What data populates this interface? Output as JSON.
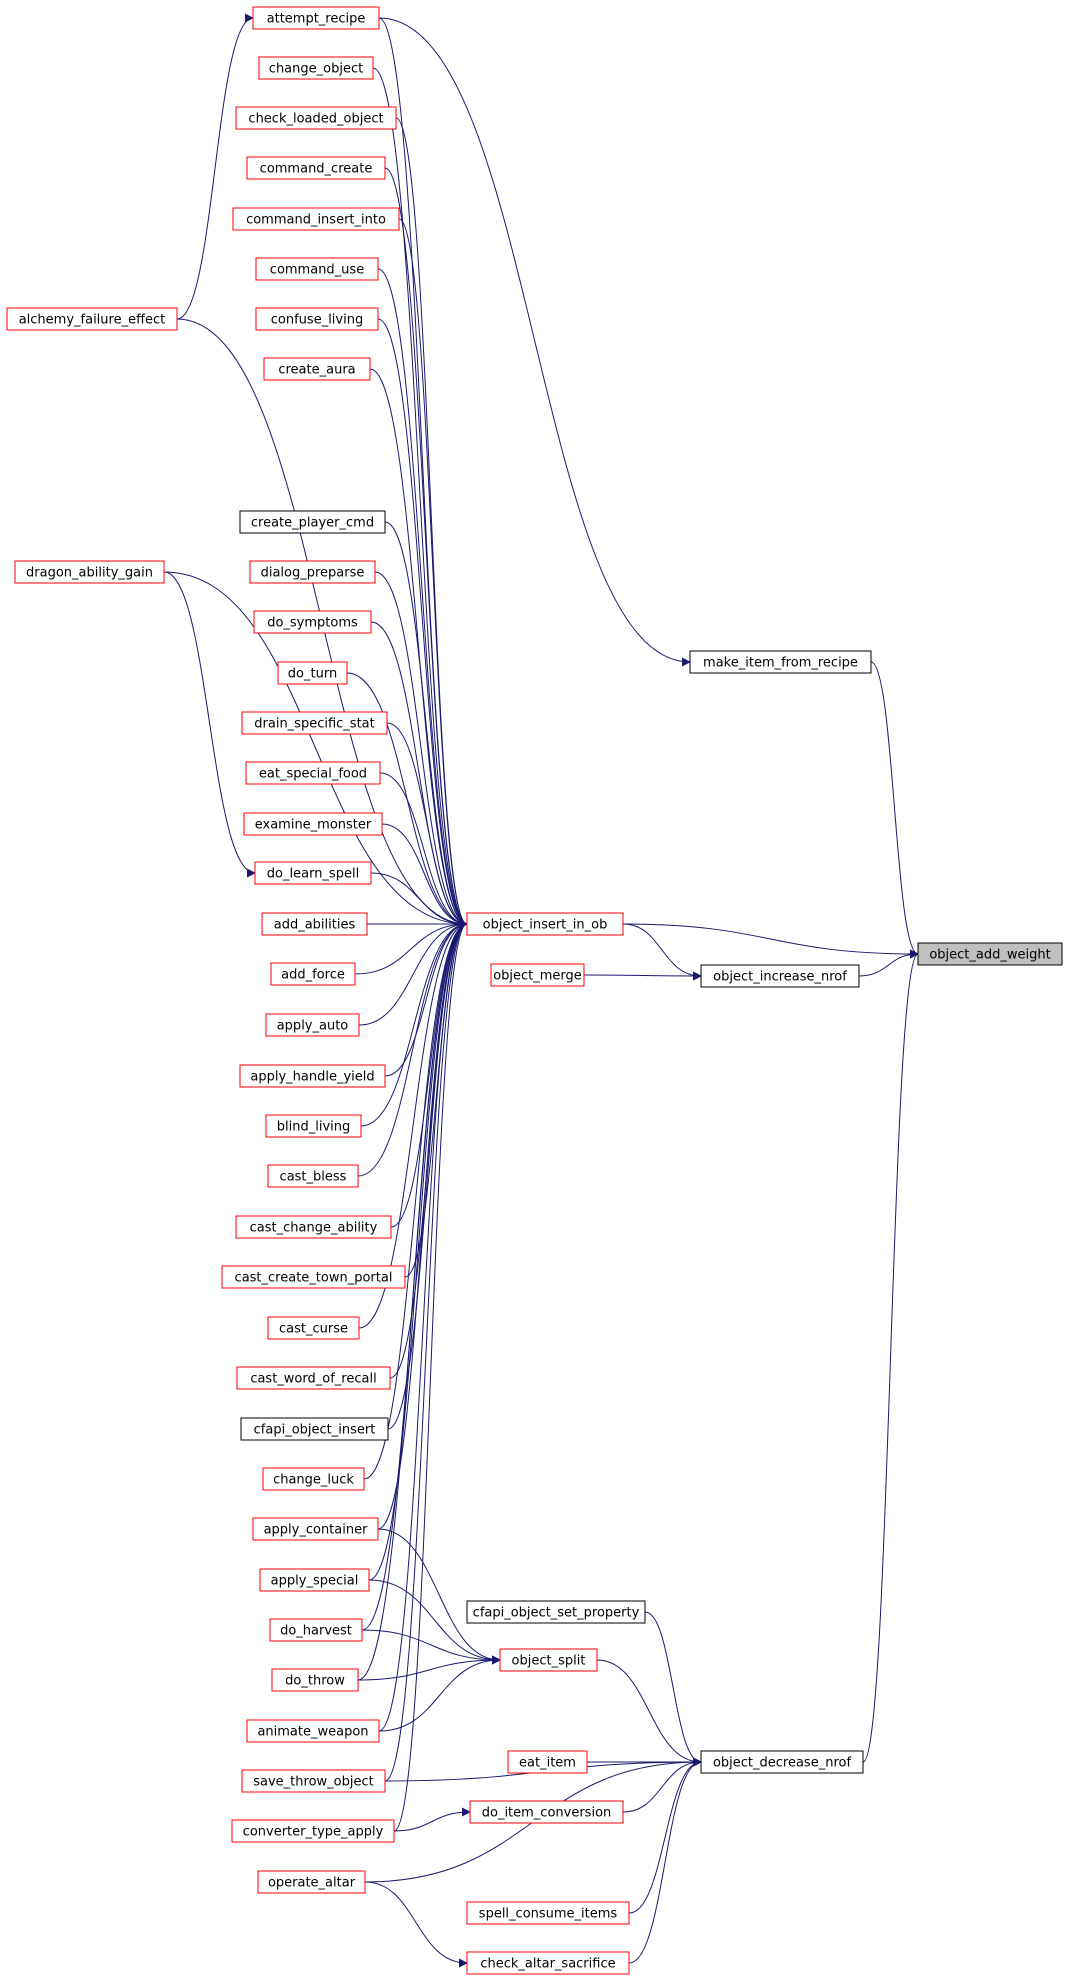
{
  "graph": {
    "colors": {
      "edge": "#191970",
      "node_border_red": "#ff0000",
      "node_border_black": "#000000",
      "node_fill": "#ffffff",
      "focus_fill": "#bfbfbf"
    },
    "nodes": [
      {
        "id": "attempt_recipe",
        "label": "attempt_recipe",
        "style": "red"
      },
      {
        "id": "change_object",
        "label": "change_object",
        "style": "red"
      },
      {
        "id": "check_loaded_object",
        "label": "check_loaded_object",
        "style": "red"
      },
      {
        "id": "command_create",
        "label": "command_create",
        "style": "red"
      },
      {
        "id": "command_insert_into",
        "label": "command_insert_into",
        "style": "red"
      },
      {
        "id": "command_use",
        "label": "command_use",
        "style": "red"
      },
      {
        "id": "confuse_living",
        "label": "confuse_living",
        "style": "red"
      },
      {
        "id": "create_aura",
        "label": "create_aura",
        "style": "red"
      },
      {
        "id": "alchemy_failure_effect",
        "label": "alchemy_failure_effect",
        "style": "red"
      },
      {
        "id": "create_player_cmd",
        "label": "create_player_cmd",
        "style": "black"
      },
      {
        "id": "dialog_preparse",
        "label": "dialog_preparse",
        "style": "red"
      },
      {
        "id": "dragon_ability_gain",
        "label": "dragon_ability_gain",
        "style": "red"
      },
      {
        "id": "do_symptoms",
        "label": "do_symptoms",
        "style": "red"
      },
      {
        "id": "do_turn",
        "label": "do_turn",
        "style": "red"
      },
      {
        "id": "make_item_from_recipe",
        "label": "make_item_from_recipe",
        "style": "black"
      },
      {
        "id": "drain_specific_stat",
        "label": "drain_specific_stat",
        "style": "red"
      },
      {
        "id": "eat_special_food",
        "label": "eat_special_food",
        "style": "red"
      },
      {
        "id": "examine_monster",
        "label": "examine_monster",
        "style": "red"
      },
      {
        "id": "do_learn_spell",
        "label": "do_learn_spell",
        "style": "red"
      },
      {
        "id": "add_abilities",
        "label": "add_abilities",
        "style": "red"
      },
      {
        "id": "object_insert_in_ob",
        "label": "object_insert_in_ob",
        "style": "red"
      },
      {
        "id": "object_add_weight",
        "label": "object_add_weight",
        "style": "focus"
      },
      {
        "id": "add_force",
        "label": "add_force",
        "style": "red"
      },
      {
        "id": "object_merge",
        "label": "object_merge",
        "style": "red"
      },
      {
        "id": "object_increase_nrof",
        "label": "object_increase_nrof",
        "style": "black"
      },
      {
        "id": "apply_auto",
        "label": "apply_auto",
        "style": "red"
      },
      {
        "id": "apply_handle_yield",
        "label": "apply_handle_yield",
        "style": "red"
      },
      {
        "id": "blind_living",
        "label": "blind_living",
        "style": "red"
      },
      {
        "id": "cast_bless",
        "label": "cast_bless",
        "style": "red"
      },
      {
        "id": "cast_change_ability",
        "label": "cast_change_ability",
        "style": "red"
      },
      {
        "id": "cast_create_town_portal",
        "label": "cast_create_town_portal",
        "style": "red"
      },
      {
        "id": "cast_curse",
        "label": "cast_curse",
        "style": "red"
      },
      {
        "id": "cast_word_of_recall",
        "label": "cast_word_of_recall",
        "style": "red"
      },
      {
        "id": "cfapi_object_insert",
        "label": "cfapi_object_insert",
        "style": "black"
      },
      {
        "id": "change_luck",
        "label": "change_luck",
        "style": "red"
      },
      {
        "id": "apply_container",
        "label": "apply_container",
        "style": "red"
      },
      {
        "id": "apply_special",
        "label": "apply_special",
        "style": "red"
      },
      {
        "id": "cfapi_object_set_property",
        "label": "cfapi_object_set_property",
        "style": "black"
      },
      {
        "id": "do_harvest",
        "label": "do_harvest",
        "style": "red"
      },
      {
        "id": "object_split",
        "label": "object_split",
        "style": "red"
      },
      {
        "id": "do_throw",
        "label": "do_throw",
        "style": "red"
      },
      {
        "id": "animate_weapon",
        "label": "animate_weapon",
        "style": "red"
      },
      {
        "id": "eat_item",
        "label": "eat_item",
        "style": "red"
      },
      {
        "id": "object_decrease_nrof",
        "label": "object_decrease_nrof",
        "style": "black"
      },
      {
        "id": "save_throw_object",
        "label": "save_throw_object",
        "style": "red"
      },
      {
        "id": "do_item_conversion",
        "label": "do_item_conversion",
        "style": "red"
      },
      {
        "id": "converter_type_apply",
        "label": "converter_type_apply",
        "style": "red"
      },
      {
        "id": "operate_altar",
        "label": "operate_altar",
        "style": "red"
      },
      {
        "id": "spell_consume_items",
        "label": "spell_consume_items",
        "style": "red"
      },
      {
        "id": "check_altar_sacrifice",
        "label": "check_altar_sacrifice",
        "style": "red"
      }
    ],
    "edges": [
      {
        "from": "object_insert_in_ob",
        "to": "object_add_weight"
      },
      {
        "from": "make_item_from_recipe",
        "to": "object_add_weight"
      },
      {
        "from": "object_increase_nrof",
        "to": "object_add_weight"
      },
      {
        "from": "object_decrease_nrof",
        "to": "object_add_weight"
      },
      {
        "from": "attempt_recipe",
        "to": "make_item_from_recipe"
      },
      {
        "from": "alchemy_failure_effect",
        "to": "attempt_recipe"
      },
      {
        "from": "dragon_ability_gain",
        "to": "do_learn_spell"
      },
      {
        "from": "attempt_recipe",
        "to": "object_insert_in_ob"
      },
      {
        "from": "change_object",
        "to": "object_insert_in_ob"
      },
      {
        "from": "check_loaded_object",
        "to": "object_insert_in_ob"
      },
      {
        "from": "command_create",
        "to": "object_insert_in_ob"
      },
      {
        "from": "command_insert_into",
        "to": "object_insert_in_ob"
      },
      {
        "from": "command_use",
        "to": "object_insert_in_ob"
      },
      {
        "from": "confuse_living",
        "to": "object_insert_in_ob"
      },
      {
        "from": "create_aura",
        "to": "object_insert_in_ob"
      },
      {
        "from": "alchemy_failure_effect",
        "to": "object_insert_in_ob"
      },
      {
        "from": "create_player_cmd",
        "to": "object_insert_in_ob"
      },
      {
        "from": "dialog_preparse",
        "to": "object_insert_in_ob"
      },
      {
        "from": "dragon_ability_gain",
        "to": "object_insert_in_ob"
      },
      {
        "from": "do_symptoms",
        "to": "object_insert_in_ob"
      },
      {
        "from": "do_turn",
        "to": "object_insert_in_ob"
      },
      {
        "from": "drain_specific_stat",
        "to": "object_insert_in_ob"
      },
      {
        "from": "eat_special_food",
        "to": "object_insert_in_ob"
      },
      {
        "from": "examine_monster",
        "to": "object_insert_in_ob"
      },
      {
        "from": "do_learn_spell",
        "to": "object_insert_in_ob"
      },
      {
        "from": "add_abilities",
        "to": "object_insert_in_ob"
      },
      {
        "from": "add_force",
        "to": "object_insert_in_ob"
      },
      {
        "from": "apply_auto",
        "to": "object_insert_in_ob"
      },
      {
        "from": "apply_handle_yield",
        "to": "object_insert_in_ob"
      },
      {
        "from": "blind_living",
        "to": "object_insert_in_ob"
      },
      {
        "from": "cast_bless",
        "to": "object_insert_in_ob"
      },
      {
        "from": "cast_change_ability",
        "to": "object_insert_in_ob"
      },
      {
        "from": "cast_create_town_portal",
        "to": "object_insert_in_ob"
      },
      {
        "from": "cast_curse",
        "to": "object_insert_in_ob"
      },
      {
        "from": "cast_word_of_recall",
        "to": "object_insert_in_ob"
      },
      {
        "from": "cfapi_object_insert",
        "to": "object_insert_in_ob"
      },
      {
        "from": "change_luck",
        "to": "object_insert_in_ob"
      },
      {
        "from": "apply_container",
        "to": "object_insert_in_ob"
      },
      {
        "from": "apply_special",
        "to": "object_insert_in_ob"
      },
      {
        "from": "do_harvest",
        "to": "object_insert_in_ob"
      },
      {
        "from": "do_throw",
        "to": "object_insert_in_ob"
      },
      {
        "from": "animate_weapon",
        "to": "object_insert_in_ob"
      },
      {
        "from": "save_throw_object",
        "to": "object_insert_in_ob"
      },
      {
        "from": "converter_type_apply",
        "to": "object_insert_in_ob"
      },
      {
        "from": "object_merge",
        "to": "object_increase_nrof"
      },
      {
        "from": "object_insert_in_ob",
        "to": "object_increase_nrof"
      },
      {
        "from": "apply_container",
        "to": "object_split"
      },
      {
        "from": "apply_special",
        "to": "object_split"
      },
      {
        "from": "do_harvest",
        "to": "object_split"
      },
      {
        "from": "do_throw",
        "to": "object_split"
      },
      {
        "from": "animate_weapon",
        "to": "object_split"
      },
      {
        "from": "cfapi_object_set_property",
        "to": "object_decrease_nrof"
      },
      {
        "from": "object_split",
        "to": "object_decrease_nrof"
      },
      {
        "from": "eat_item",
        "to": "object_decrease_nrof"
      },
      {
        "from": "save_throw_object",
        "to": "object_decrease_nrof"
      },
      {
        "from": "do_item_conversion",
        "to": "object_decrease_nrof"
      },
      {
        "from": "operate_altar",
        "to": "object_decrease_nrof"
      },
      {
        "from": "spell_consume_items",
        "to": "object_decrease_nrof"
      },
      {
        "from": "check_altar_sacrifice",
        "to": "object_decrease_nrof"
      },
      {
        "from": "converter_type_apply",
        "to": "do_item_conversion"
      },
      {
        "from": "operate_altar",
        "to": "check_altar_sacrifice"
      }
    ]
  }
}
